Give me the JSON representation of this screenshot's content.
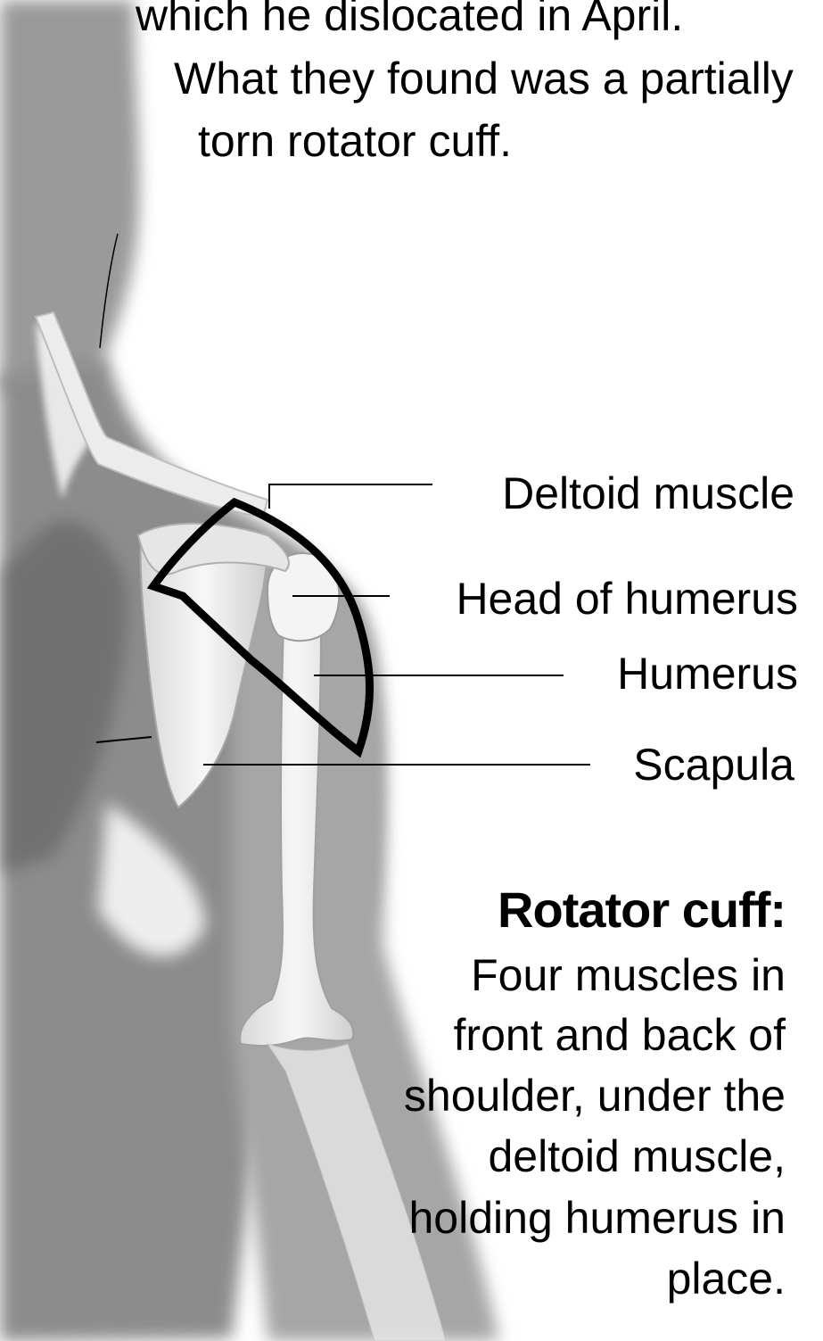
{
  "intro": {
    "lines": [
      "which he dislocated in April.",
      "What they found was a partially",
      "torn rotator cuff."
    ]
  },
  "labels": {
    "deltoid": "Deltoid muscle",
    "head_humerus": "Head of humerus",
    "humerus": "Humerus",
    "scapula": "Scapula"
  },
  "definition": {
    "title": "Rotator cuff:",
    "lines": [
      "Four muscles in",
      "front and back of",
      "shoulder, under the",
      "deltoid muscle,",
      "holding humerus in",
      "place."
    ]
  },
  "colors": {
    "silhouette": "#8f8f8f",
    "silhouette_light": "#c9c9c9",
    "bone": "#f2f2f2",
    "bone_shadow": "#bdbdbd",
    "outline": "#000000"
  }
}
